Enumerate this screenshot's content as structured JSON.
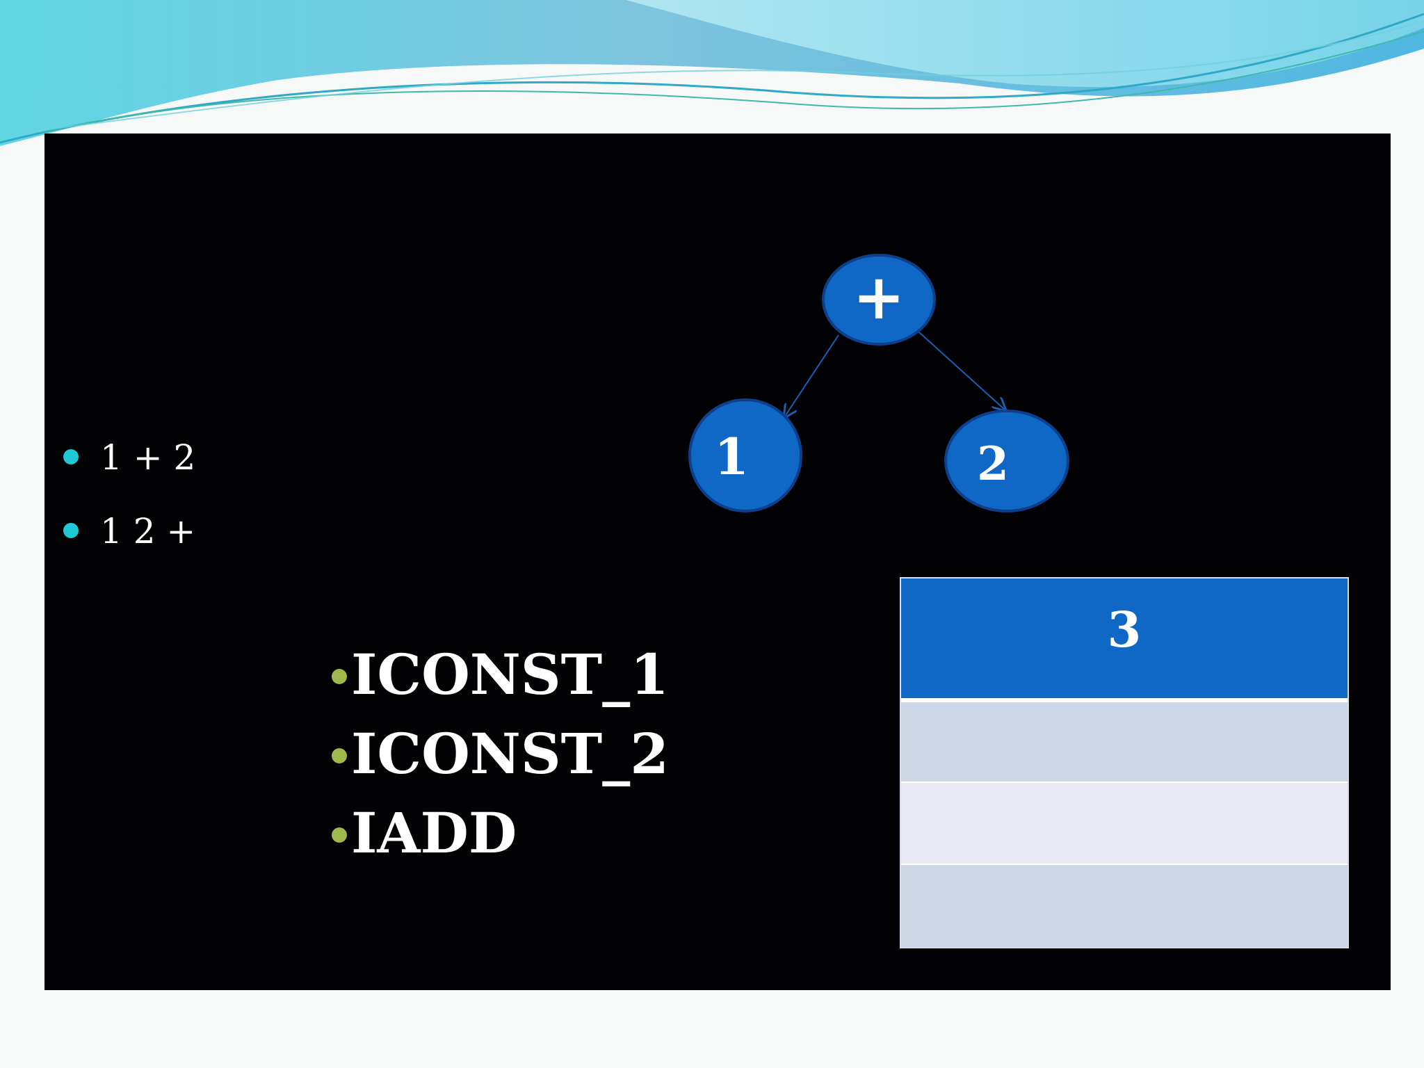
{
  "bullets_top": [
    "1 + 2",
    "1 2 +"
  ],
  "tree": {
    "root": "+",
    "left": "1",
    "right": "2"
  },
  "instructions": [
    "ICONST_1",
    "ICONST_2",
    "IADD"
  ],
  "stack": {
    "cells": [
      "3",
      "",
      "",
      ""
    ]
  },
  "colors": {
    "panel": "#020204",
    "node_fill": "#1068c6",
    "node_stroke": "#0d3f8a",
    "bullet_teal": "#1fc8d4",
    "bullet_olive": "#9fb74b",
    "stack_top": "#1068c6"
  }
}
